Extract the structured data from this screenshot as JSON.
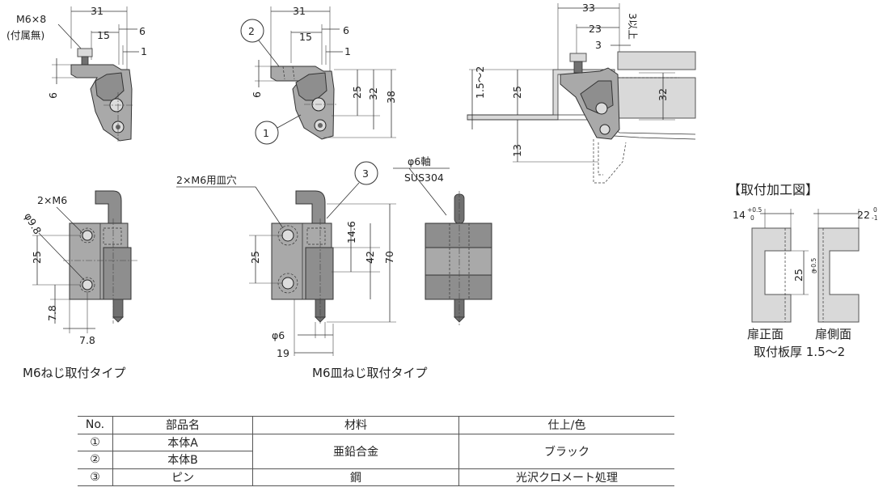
{
  "view_a": {
    "screw": "M6×8",
    "screw_note": "(付属無)",
    "dim_31": "31",
    "dim_15": "15",
    "dim_6_top": "6",
    "dim_1": "1",
    "dim_6_side": "6"
  },
  "view_b": {
    "balloon_2": "2",
    "balloon_1": "1",
    "dim_31": "31",
    "dim_15": "15",
    "dim_6_top": "6",
    "dim_1": "1",
    "dim_6_side": "6",
    "dim_25": "25",
    "dim_32": "32",
    "dim_38": "38"
  },
  "view_c": {
    "dim_33": "33",
    "dim_23": "23",
    "dim_3": "3",
    "dim_3min": "3以上",
    "dim_thickness": "1.5～2",
    "dim_25": "25",
    "dim_32": "32",
    "dim_13": "13"
  },
  "view_d": {
    "holes": "2×M6",
    "dia": "φ9.8",
    "dim_25": "25",
    "dim_7_8_v": "7.8",
    "dim_7_8_h": "7.8",
    "caption": "M6ねじ取付タイプ"
  },
  "view_e": {
    "holes": "2×M6用皿穴",
    "balloon_3": "3",
    "dim_25": "25",
    "dim_14_6": "14.6",
    "dim_42": "42",
    "dim_70": "70",
    "dim_phi6": "φ6",
    "dim_19": "19",
    "caption": "M6皿ねじ取付タイプ"
  },
  "view_f": {
    "shaft": "φ6軸",
    "material": "SUS304"
  },
  "mounting": {
    "title": "【取付加工図】",
    "dim_14": "14",
    "tol_14_upper": "+0.5",
    "tol_14_lower": "0",
    "dim_22": "22",
    "tol_22_upper": "0",
    "tol_22_lower": "-1",
    "dim_25": "25",
    "tol_25_upper": "+0.5",
    "tol_25_lower": "0",
    "label_front": "扉正面",
    "label_side": "扉側面",
    "thickness": "取付板厚 1.5～2"
  },
  "table": {
    "headers": [
      "No.",
      "部品名",
      "材料",
      "仕上/色"
    ],
    "rows": [
      {
        "no": "①",
        "name": "本体A"
      },
      {
        "no": "②",
        "name": "本体B"
      },
      {
        "no": "③",
        "name": "ピン",
        "material": "鋼",
        "finish": "光沢クロメート処理"
      }
    ],
    "material_shared": "亜鉛合金",
    "finish_shared": "ブラック"
  },
  "colors": {
    "part": "#a9a9a9",
    "plate": "#d9d9d9",
    "line": "#333333"
  }
}
